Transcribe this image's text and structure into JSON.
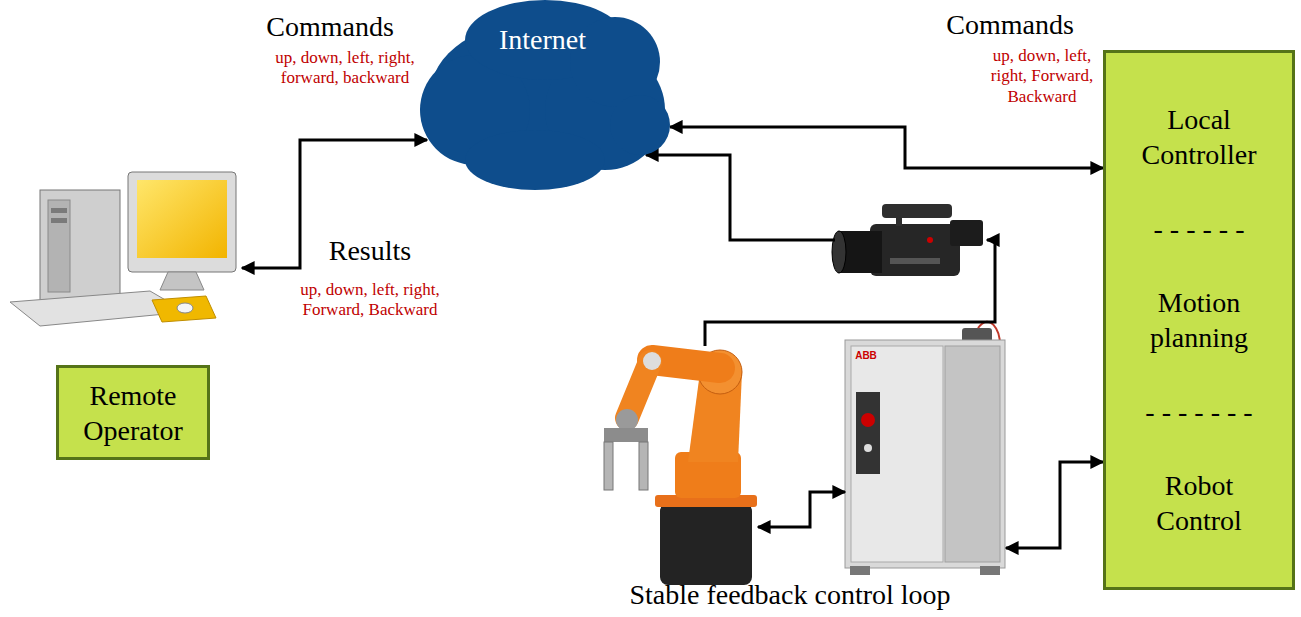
{
  "diagram": {
    "nodes": [
      {
        "text": [
          "Internet"
        ]
      },
      {
        "text": [
          "Local Controller",
          "- - - - - -",
          "Motion planning",
          "- - - - - - -",
          "Robot Control"
        ]
      },
      {
        "text": [
          "Remote Operator"
        ]
      }
    ],
    "edges": [
      {
        "from": 0,
        "to": 1,
        "arrow": "both"
      }
    ],
    "labels": [
      "Commands",
      "up, down, left, right, forward, backward",
      "Results",
      "up, down, left, right, Forward, Backward",
      "Commands",
      "up, down, left, right, Forward, Backward",
      "Stable feedback control loop",
      "ABB"
    ]
  }
}
